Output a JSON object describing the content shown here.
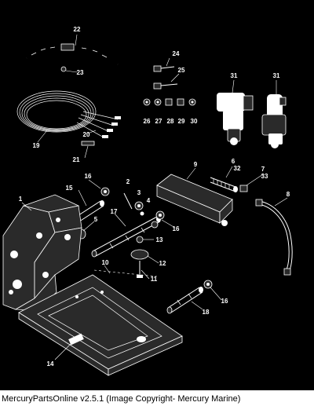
{
  "diagram": {
    "background": "#000000",
    "line_color": "#ffffff",
    "callouts": [
      "1",
      "2",
      "3",
      "4",
      "5",
      "6",
      "7",
      "8",
      "9",
      "10",
      "11",
      "12",
      "13",
      "14",
      "15",
      "16",
      "17",
      "18",
      "19",
      "20",
      "21",
      "22",
      "23",
      "24",
      "25",
      "26",
      "27",
      "28",
      "29",
      "30",
      "31",
      "32",
      "33"
    ]
  },
  "caption": "MercuryPartsOnline v2.5.1 (Image Copyright- Mercury Marine)"
}
